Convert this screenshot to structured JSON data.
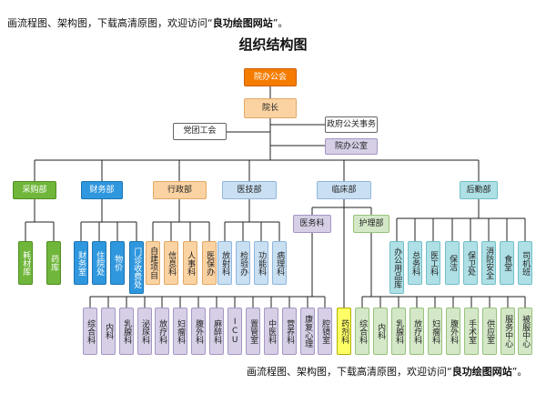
{
  "promo_top": {
    "prefix": "画流程图、架构图，下载高清原图，欢迎访问“",
    "site": "良功绘图网站",
    "suffix": "”。"
  },
  "promo_bottom": {
    "prefix": "画流程图、架构图，下载高清原图，欢迎访问“",
    "site": "良功绘图网站",
    "suffix": "”。"
  },
  "title": "组织结构图",
  "colors": {
    "orange": "#f57c00",
    "peach": "#fbd3a3",
    "lavender": "#d6cfe6",
    "green": "#6fb63a",
    "blue": "#2f97de",
    "light_blue": "#c9dff2",
    "teal": "#aee0e6",
    "light_green": "#d4e8c8",
    "yellow": "#ffff66",
    "white": "#ffffff",
    "line": "#222222"
  },
  "nodes": {
    "yuanban": "院办公会",
    "yuanzhang": "院长",
    "zhengfu": "政府公关事务",
    "dangtuan": "党团工会",
    "yuanbangongshi": "院办公室",
    "caigou": "采购部",
    "caiwu": "财务部",
    "xingzheng": "行政部",
    "yiji": "医技部",
    "linchuang": "临床部",
    "houqin": "后勤部",
    "yiwu": "医务科",
    "huli": "护理部",
    "haocai": "耗材库",
    "yaoku": "药库",
    "caiwushi": "财务室",
    "zhuyuan": "住院处",
    "wujia": "物价",
    "menzhen": "门诊收费处",
    "zijian": "自建项目",
    "xinxi": "信息科",
    "renshi": "人事科",
    "yibao": "医保办",
    "fangshe": "放射科",
    "jianyan": "检验办",
    "gongneng": "功能科",
    "bingli": "病理科",
    "bangong": "办公用品库",
    "zongwu": "总务科",
    "yigong": "医工科",
    "baojie": "保洁",
    "baowei": "保卫处",
    "xiaofang": "消防安全",
    "shitang": "食堂",
    "siji": "司机班",
    "yaoji": "药剂科"
  },
  "medical_depts": [
    "综合科",
    "内科",
    "乳腺科",
    "泌尿科",
    "放疗科",
    "妇瘤科",
    "腹外科",
    "麻醉科",
    "ICU",
    "置管室",
    "中医科",
    "营养科",
    "康复心理",
    "腔镜室"
  ],
  "nursing_depts": [
    "综合科",
    "内科",
    "乳腺科",
    "放疗科",
    "妇瘤科",
    "腹外科",
    "手术室",
    "供应室",
    "服务中心",
    "被服中心"
  ]
}
